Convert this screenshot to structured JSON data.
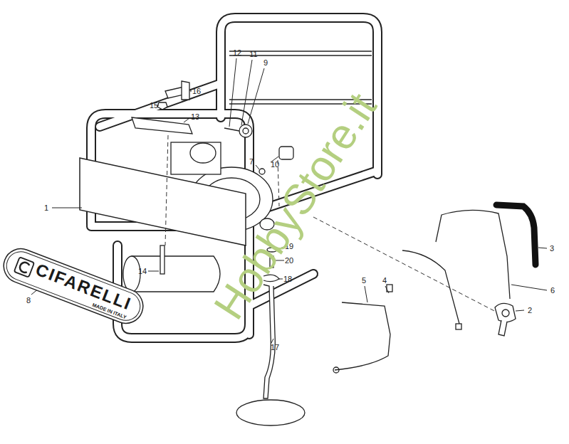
{
  "diagram": {
    "nodes": [
      {
        "text": [
          "CIFARELLI",
          "MADE IN ITALY"
        ]
      }
    ],
    "labels": [
      "1",
      "2",
      "3",
      "4",
      "5",
      "6",
      "7",
      "8",
      "9",
      "10",
      "11",
      "12",
      "13",
      "14",
      "15",
      "16",
      "17",
      "18",
      "19",
      "20",
      "HobbyStore.it"
    ]
  }
}
